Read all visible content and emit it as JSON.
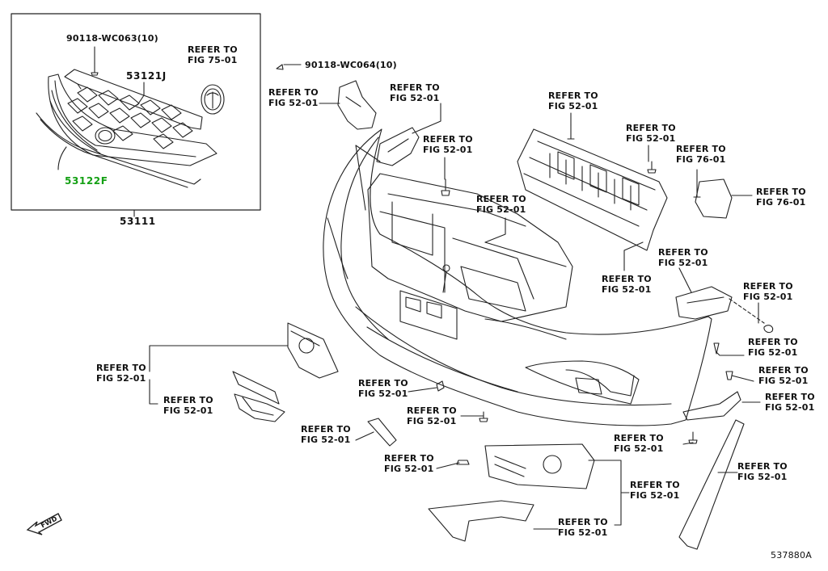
{
  "part_numbers": {
    "bolt_grille": "90118-WC063(10)",
    "bolt_bumper": "90118-WC064(10)",
    "molding": "53121J",
    "grille_lower": "53122F",
    "grille_assy": "53111"
  },
  "refer_to": "REFER TO",
  "figures": {
    "fig_52_01": "FIG 52-01",
    "fig_75_01": "FIG 75-01",
    "fig_76_01": "FIG 76-01"
  },
  "highlight_color": "#14a014",
  "diagram_id": "537880A",
  "fwd_label": "FWD"
}
